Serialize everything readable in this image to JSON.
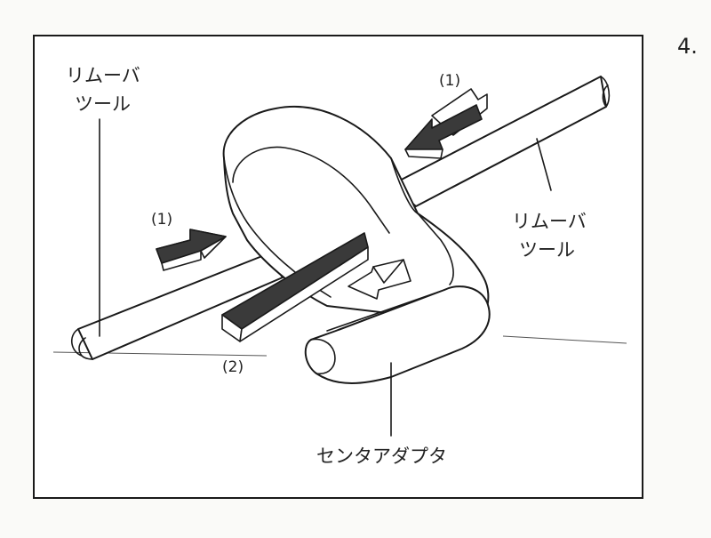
{
  "step_number": "4.",
  "labels": {
    "remover_tool_left_line1": "リムーバ",
    "remover_tool_left_line2": "ツール",
    "remover_tool_right_line1": "リムーバ",
    "remover_tool_right_line2": "ツール",
    "center_adapter": "センタアダプタ",
    "arrow_1_top": "(1)",
    "arrow_1_left": "(1)",
    "arrow_2": "(2)"
  },
  "colors": {
    "line": "#1a1a1a",
    "arrow_fill": "#3a3a3a",
    "background": "#fafaf8"
  }
}
